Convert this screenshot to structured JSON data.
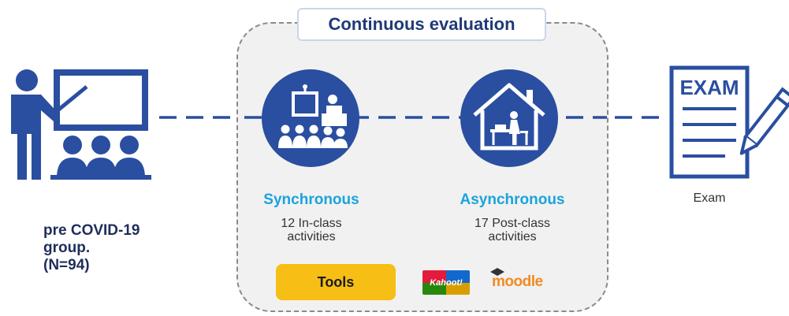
{
  "colors": {
    "navy": "#2a4ea0",
    "dark_navy": "#1f3a78",
    "cyan": "#1aa3dc",
    "tools_yellow": "#f7be16",
    "moodle_orange": "#f28b21"
  },
  "box": {
    "title": "Continuous evaluation"
  },
  "group": {
    "label": "pre COVID-19\ngroup.\n (N=94)",
    "icon": "teacher-classroom-icon"
  },
  "synchronous": {
    "title": "Synchronous",
    "line1": "12 In-class",
    "line2": "activities",
    "icon": "classroom-lecture-icon"
  },
  "asynchronous": {
    "title": "Asynchronous",
    "line1": "17 Post-class",
    "line2": "activities",
    "icon": "home-study-icon"
  },
  "tools": {
    "label": "Tools",
    "kahoot": "Kahoot!",
    "moodle": "moodle"
  },
  "exam": {
    "heading": "EXAM",
    "label": "Exam",
    "icon": "exam-paper-icon"
  }
}
